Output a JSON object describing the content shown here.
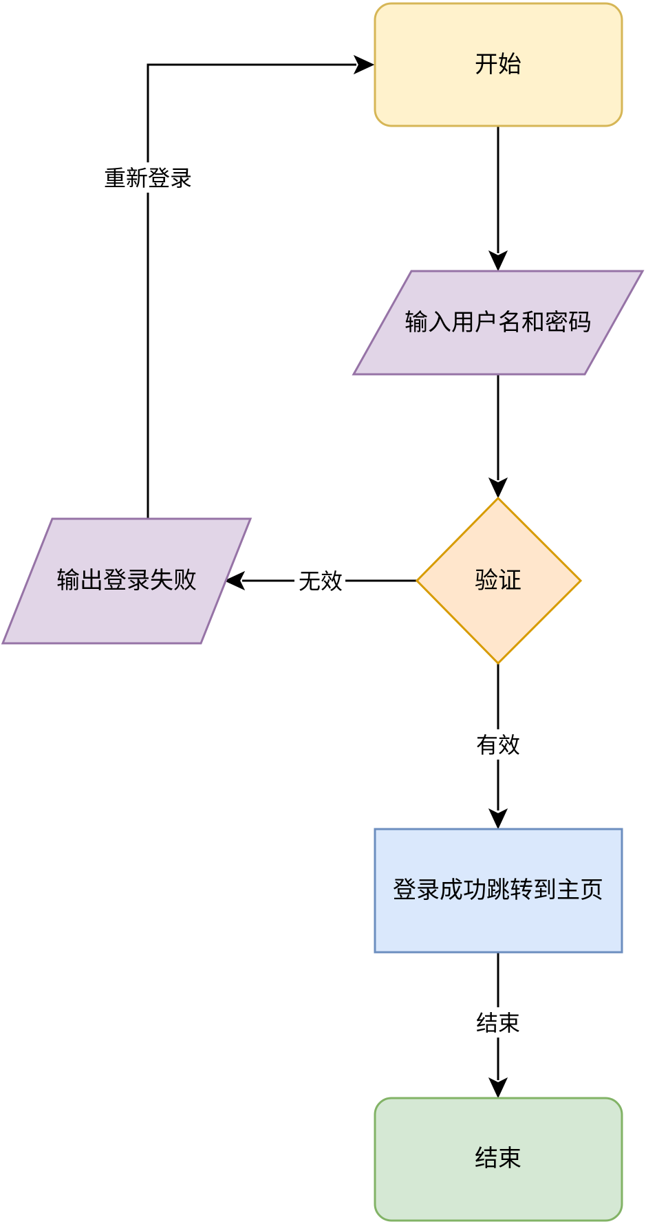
{
  "colors": {
    "start_fill": "#fff2cc",
    "start_stroke": "#d6b656",
    "io_fill": "#e1d5e7",
    "io_stroke": "#9673a6",
    "decision_fill": "#ffe6cc",
    "decision_stroke": "#d79b00",
    "process_fill": "#dae8fc",
    "process_stroke": "#6c8ebf",
    "end_fill": "#d5e8d4",
    "end_stroke": "#82b366",
    "edge": "#000000"
  },
  "nodes": {
    "start": "开始",
    "input": "输入用户名和密码",
    "verify": "验证",
    "fail_output": "输出登录失败",
    "success": "登录成功跳转到主页",
    "end": "结束"
  },
  "edges": {
    "retry": "重新登录",
    "invalid": "无效",
    "valid": "有效",
    "finish": "结束"
  }
}
